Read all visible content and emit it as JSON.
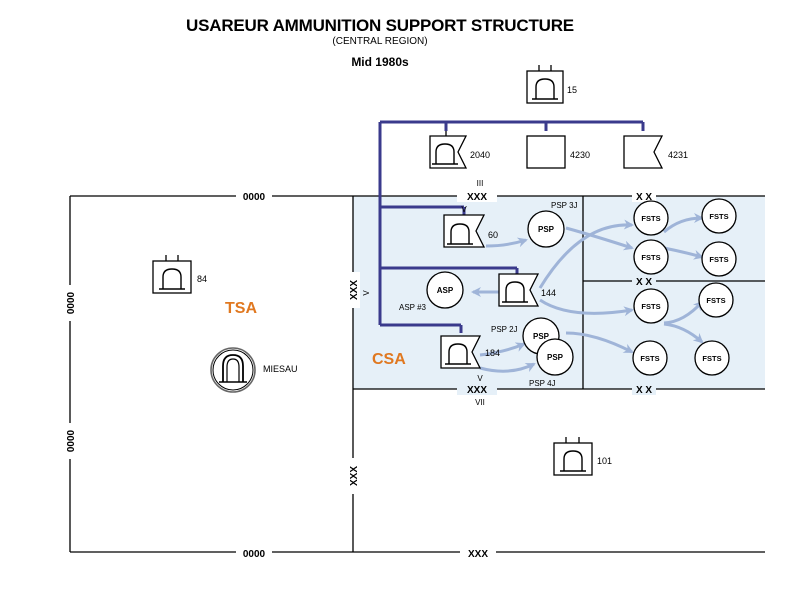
{
  "header": {
    "title": "USAREUR AMMUNITION SUPPORT STRUCTURE",
    "subtitle": "(CENTRAL REGION)",
    "period": "Mid 1980s"
  },
  "units": {
    "u15": "15",
    "u2040": "2040",
    "u4230": "4230",
    "u4231": "4231",
    "u60": "60",
    "u144": "144",
    "u184": "184",
    "u84": "84",
    "u101": "101",
    "miesau": "MIESAU"
  },
  "areas": {
    "tsa": "TSA",
    "csa": "CSA"
  },
  "points": {
    "psp": "PSP",
    "psp3j": "PSP 3J",
    "psp2j": "PSP 2J",
    "psp4j": "PSP 4J",
    "asp": "ASP",
    "asp3": "ASP #3",
    "fsts": "FSTS"
  },
  "boundaries": {
    "army_group": "0000",
    "corps": "XXX",
    "division": "X X",
    "corps_iii": "III",
    "corps_vii": "VII",
    "corps_v": "V"
  },
  "colors": {
    "command_line": "#3a3a8c",
    "csa_fill": "#e6f0f8",
    "flow_arrow": "#9fb4d8",
    "area_label": "#e07820"
  }
}
